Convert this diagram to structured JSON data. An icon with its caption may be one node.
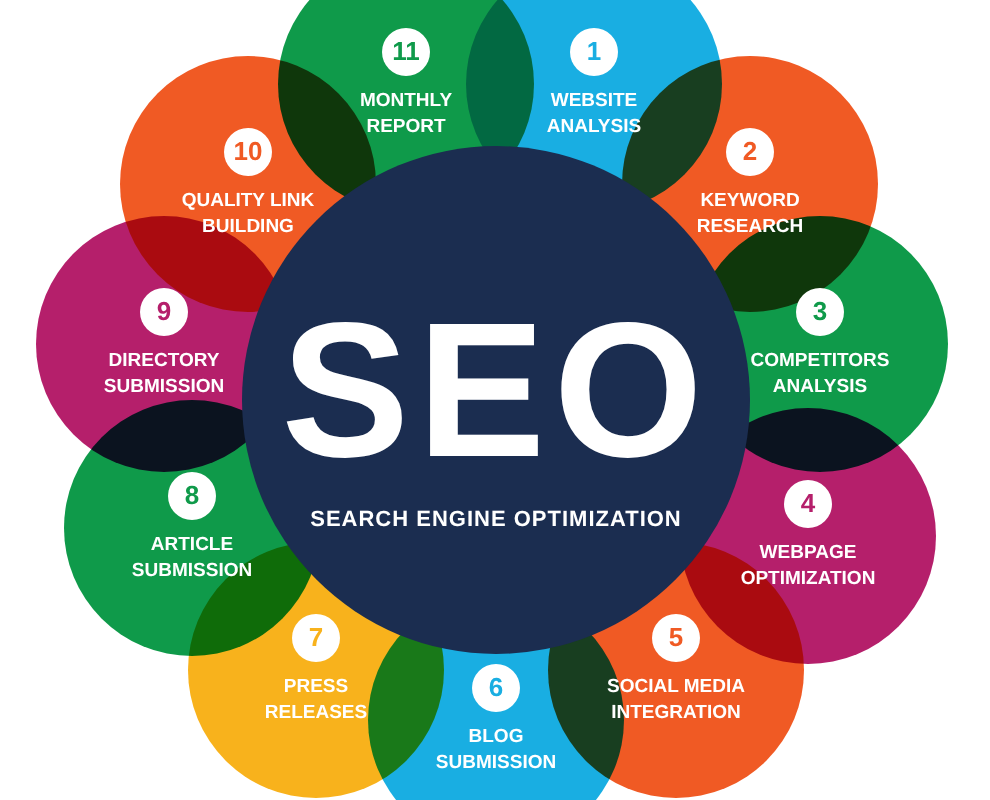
{
  "diagram": {
    "nodes": [
      {
        "text": [
          "SEO",
          "SEARCH ENGINE OPTIMIZATION"
        ]
      },
      {
        "text": [
          "1",
          "WEBSITE ANALYSIS"
        ]
      },
      {
        "text": [
          "2",
          "KEYWORD RESEARCH"
        ]
      },
      {
        "text": [
          "3",
          "COMPETITORS ANALYSIS"
        ]
      },
      {
        "text": [
          "4",
          "WEBPAGE OPTIMIZATION"
        ]
      },
      {
        "text": [
          "5",
          "SOCIAL MEDIA INTEGRATION"
        ]
      },
      {
        "text": [
          "6",
          "BLOG SUBMISSION"
        ]
      },
      {
        "text": [
          "7",
          "PRESS RELEASES"
        ]
      },
      {
        "text": [
          "8",
          "ARTICLE SUBMISSION"
        ]
      },
      {
        "text": [
          "9",
          "DIRECTORY SUBMISSION"
        ]
      },
      {
        "text": [
          "10",
          "QUALITY LINK BUILDING"
        ]
      },
      {
        "text": [
          "11",
          "MONTHLY REPORT"
        ]
      }
    ]
  }
}
